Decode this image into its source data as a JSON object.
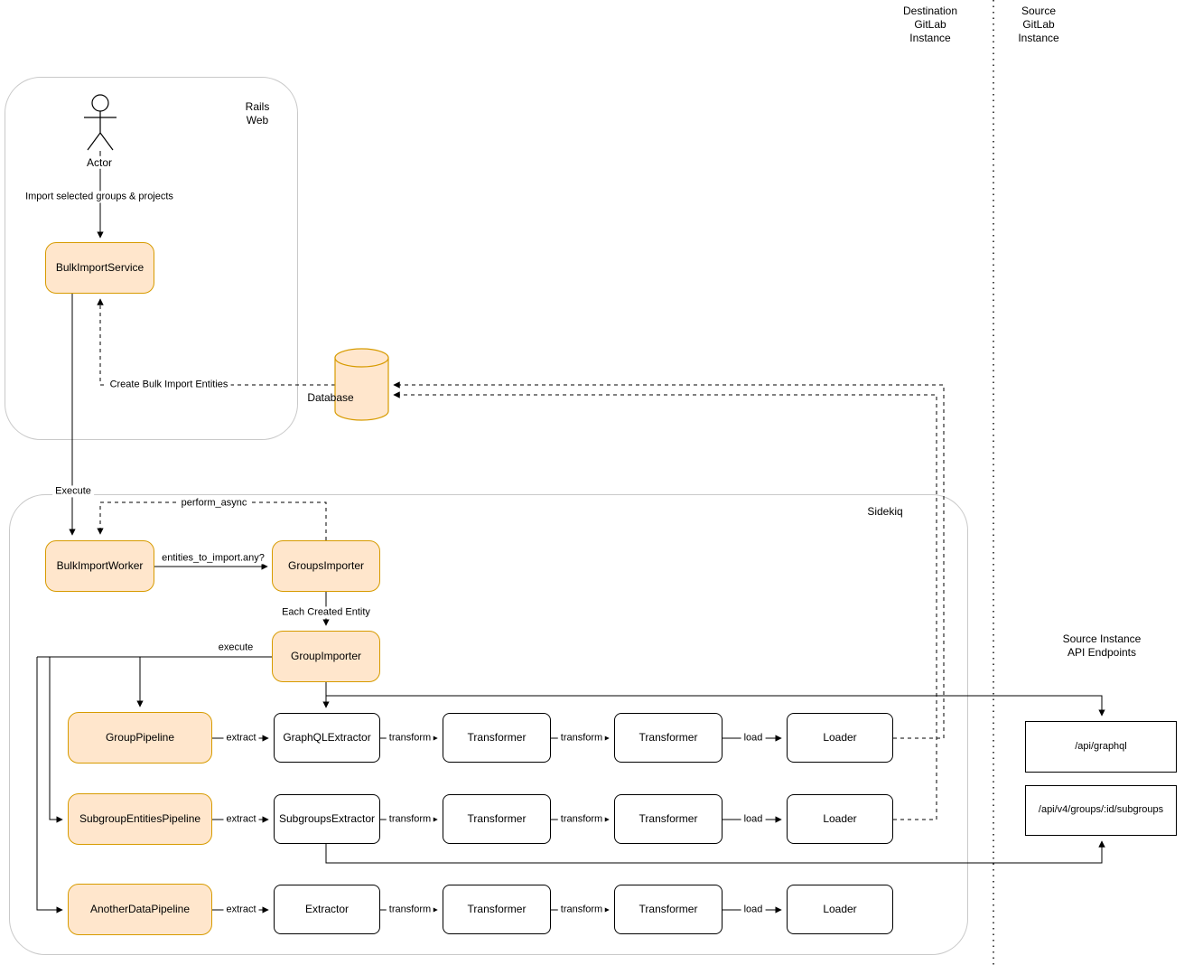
{
  "page": {
    "destination_instance_label": "Destination\nGitLab\nInstance",
    "source_instance_label": "Source\nGitLab\nInstance"
  },
  "rails_web": {
    "label": "Rails\nWeb",
    "actor_label": "Actor",
    "bulk_import_service": "BulkImportService"
  },
  "database": {
    "label": "Database"
  },
  "sidekiq": {
    "label": "Sidekiq",
    "bulk_import_worker": "BulkImportWorker",
    "groups_importer": "GroupsImporter",
    "group_importer": "GroupImporter"
  },
  "pipelines": [
    {
      "name": "GroupPipeline",
      "extractor": "GraphQLExtractor",
      "transformer1": "Transformer",
      "transformer2": "Transformer",
      "loader": "Loader"
    },
    {
      "name": "SubgroupEntitiesPipeline",
      "extractor": "SubgroupsExtractor",
      "transformer1": "Transformer",
      "transformer2": "Transformer",
      "loader": "Loader"
    },
    {
      "name": "AnotherDataPipeline",
      "extractor": "Extractor",
      "transformer1": "Transformer",
      "transformer2": "Transformer",
      "loader": "Loader"
    }
  ],
  "api": {
    "title": "Source Instance API Endpoints",
    "graphql_endpoint": "/api/graphql",
    "subgroups_endpoint": "/api/v4/groups/:id/subgroups"
  },
  "edges": {
    "import_selected": "Import selected groups & projects",
    "create_bulk_import_entities": "Create Bulk Import Entities",
    "execute": "Execute",
    "perform_async": "perform_async",
    "entities_to_import": "entities_to_import.any?",
    "each_created_entity": "Each Created Entity",
    "execute_pipeline": "execute",
    "extract": "extract",
    "transform": "transform",
    "load": "load"
  },
  "colors": {
    "node_fill": "#ffe6cc",
    "node_border": "#d79b00",
    "container_border": "#c9c9c9",
    "line": "#000000"
  }
}
